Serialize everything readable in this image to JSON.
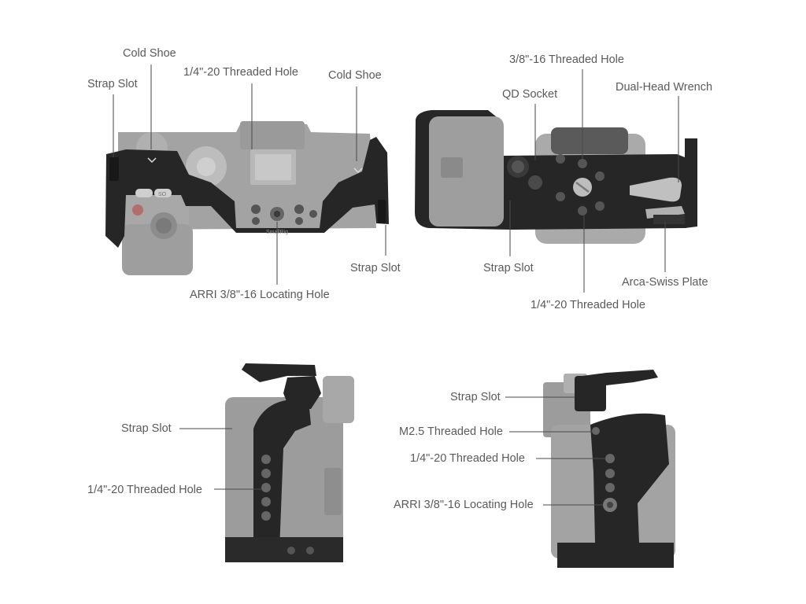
{
  "diagram": {
    "views": {
      "top": {
        "labels": {
          "cold_shoe_left": "Cold Shoe",
          "strap_slot_left": "Strap Slot",
          "threaded_hole_quarter": "1/4\"-20 Threaded Hole",
          "cold_shoe_right": "Cold Shoe",
          "strap_slot_right": "Strap Slot",
          "arri_locating_hole": "ARRI 3/8\"-16 Locating Hole"
        },
        "brand_text": "SmallRig",
        "button_text": [
          "SO"
        ]
      },
      "bottom": {
        "labels": {
          "threaded_hole_three_eighths": "3/8\"-16 Threaded Hole",
          "qd_socket": "QD Socket",
          "dual_head_wrench": "Dual-Head Wrench",
          "strap_slot": "Strap Slot",
          "arca_swiss_plate": "Arca-Swiss Plate",
          "threaded_hole_quarter": "1/4\"-20 Threaded Hole"
        }
      },
      "left_side": {
        "labels": {
          "strap_slot": "Strap Slot",
          "threaded_hole_quarter": "1/4\"-20 Threaded Hole"
        }
      },
      "right_side": {
        "labels": {
          "strap_slot": "Strap Slot",
          "m25_threaded_hole": "M2.5 Threaded Hole",
          "threaded_hole_quarter": "1/4\"-20 Threaded Hole",
          "arri_locating_hole": "ARRI 3/8\"-16 Locating Hole"
        }
      }
    },
    "colors": {
      "cage": "#262626",
      "camera": "#9c9c9c",
      "camera_dark": "#808080",
      "label": "#5a5a5a",
      "leader_line": "#4a4a4a",
      "background": "#ffffff"
    }
  }
}
